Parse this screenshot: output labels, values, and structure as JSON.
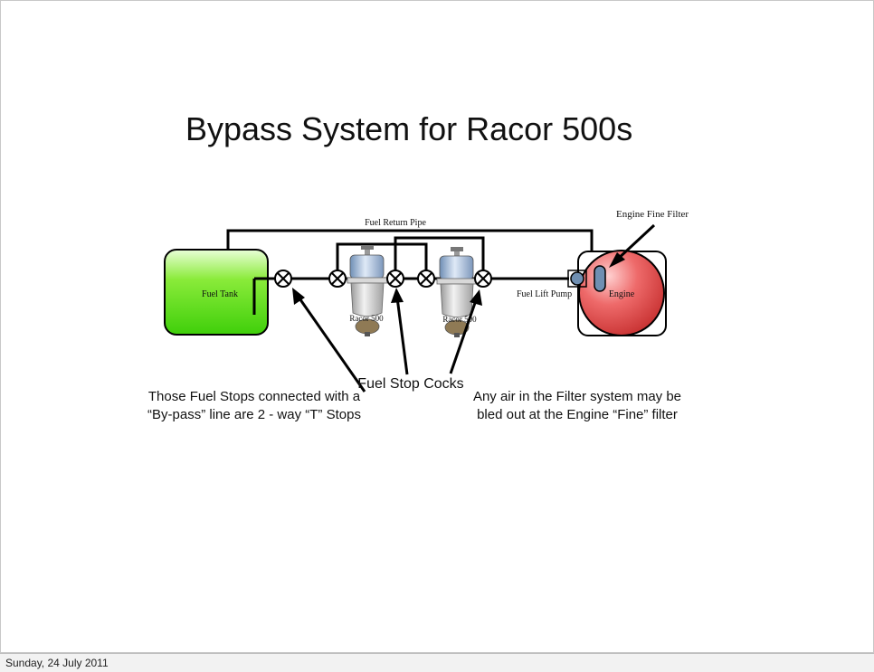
{
  "title": "Bypass System for Racor 500s",
  "footer_date": "Sunday, 24 July 2011",
  "diagram": {
    "fuel_return_pipe": "Fuel Return Pipe",
    "engine_fine_filter": "Engine Fine Filter",
    "fuel_tank": "Fuel Tank",
    "racor_left": "Racor 500",
    "racor_right": "Racor 500",
    "fuel_lift_pump": "Fuel Lift Pump",
    "engine": "Engine",
    "fuel_stop_cocks": "Fuel Stop Cocks"
  },
  "notes": {
    "left_line1": "Those Fuel Stops connected with a",
    "left_line2": "“By-pass” line are 2 - way “T” Stops",
    "right_line1": "Any air in the Filter system may be",
    "right_line2": "bled out at the Engine “Fine” filter"
  },
  "colors": {
    "fuel_tank_fill": "#66dd22",
    "engine_fill": "#e05555",
    "pipe": "#000000"
  }
}
